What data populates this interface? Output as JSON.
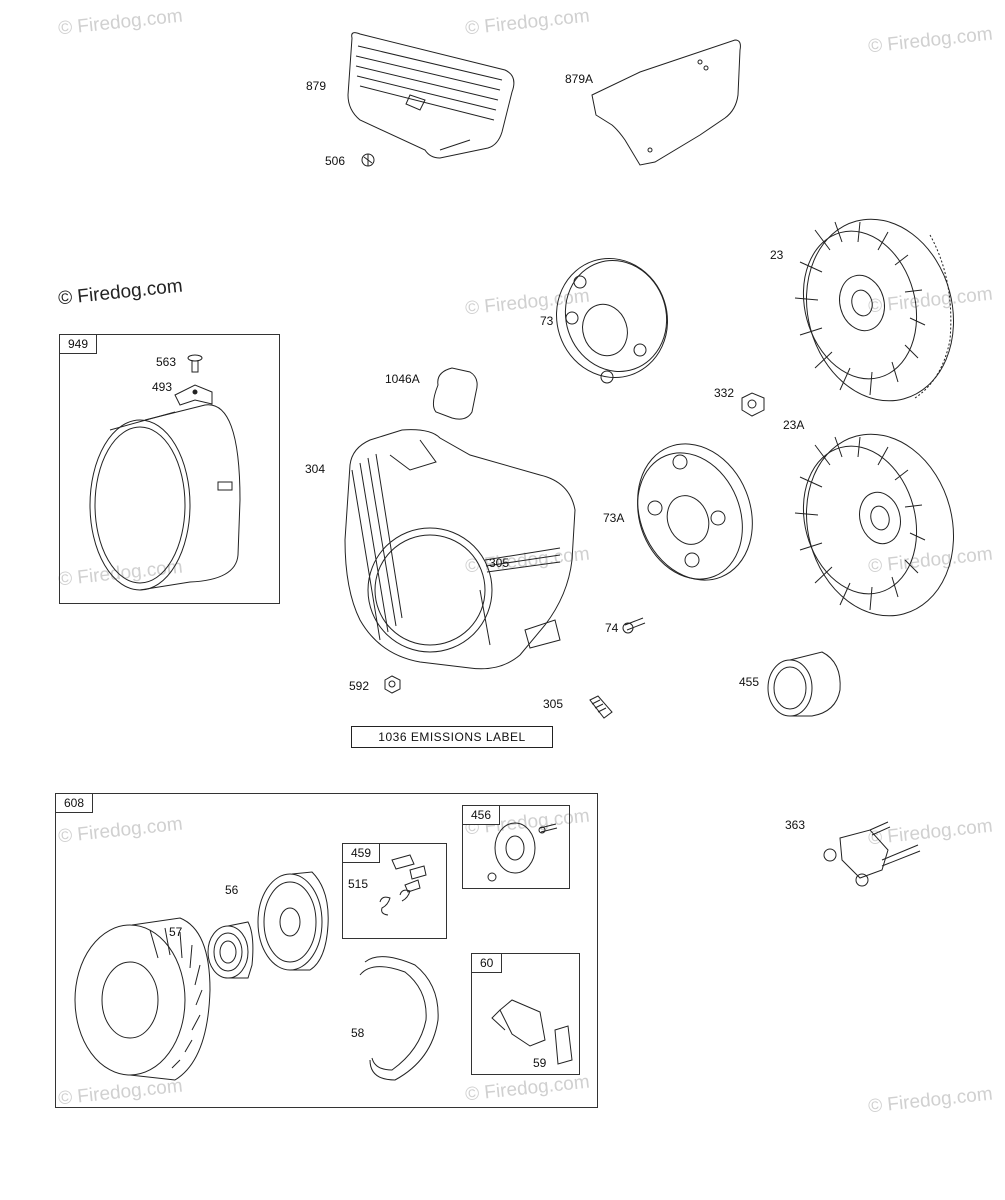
{
  "watermark": "© Firedog.com",
  "emissions_label": "1036 EMISSIONS LABEL",
  "kits": {
    "k949": "949",
    "k608": "608",
    "k456": "456",
    "k459": "459",
    "k60": "60"
  },
  "parts": {
    "p879": "879",
    "p879A": "879A",
    "p506": "506",
    "p23": "23",
    "p73": "73",
    "p563": "563",
    "p493": "493",
    "p1046A": "1046A",
    "p332": "332",
    "p23A": "23A",
    "p304": "304",
    "p73A": "73A",
    "p305a": "305",
    "p74": "74",
    "p455": "455",
    "p592": "592",
    "p305b": "305",
    "p363": "363",
    "p56": "56",
    "p57": "57",
    "p515": "515",
    "p58": "58",
    "p59": "59"
  }
}
